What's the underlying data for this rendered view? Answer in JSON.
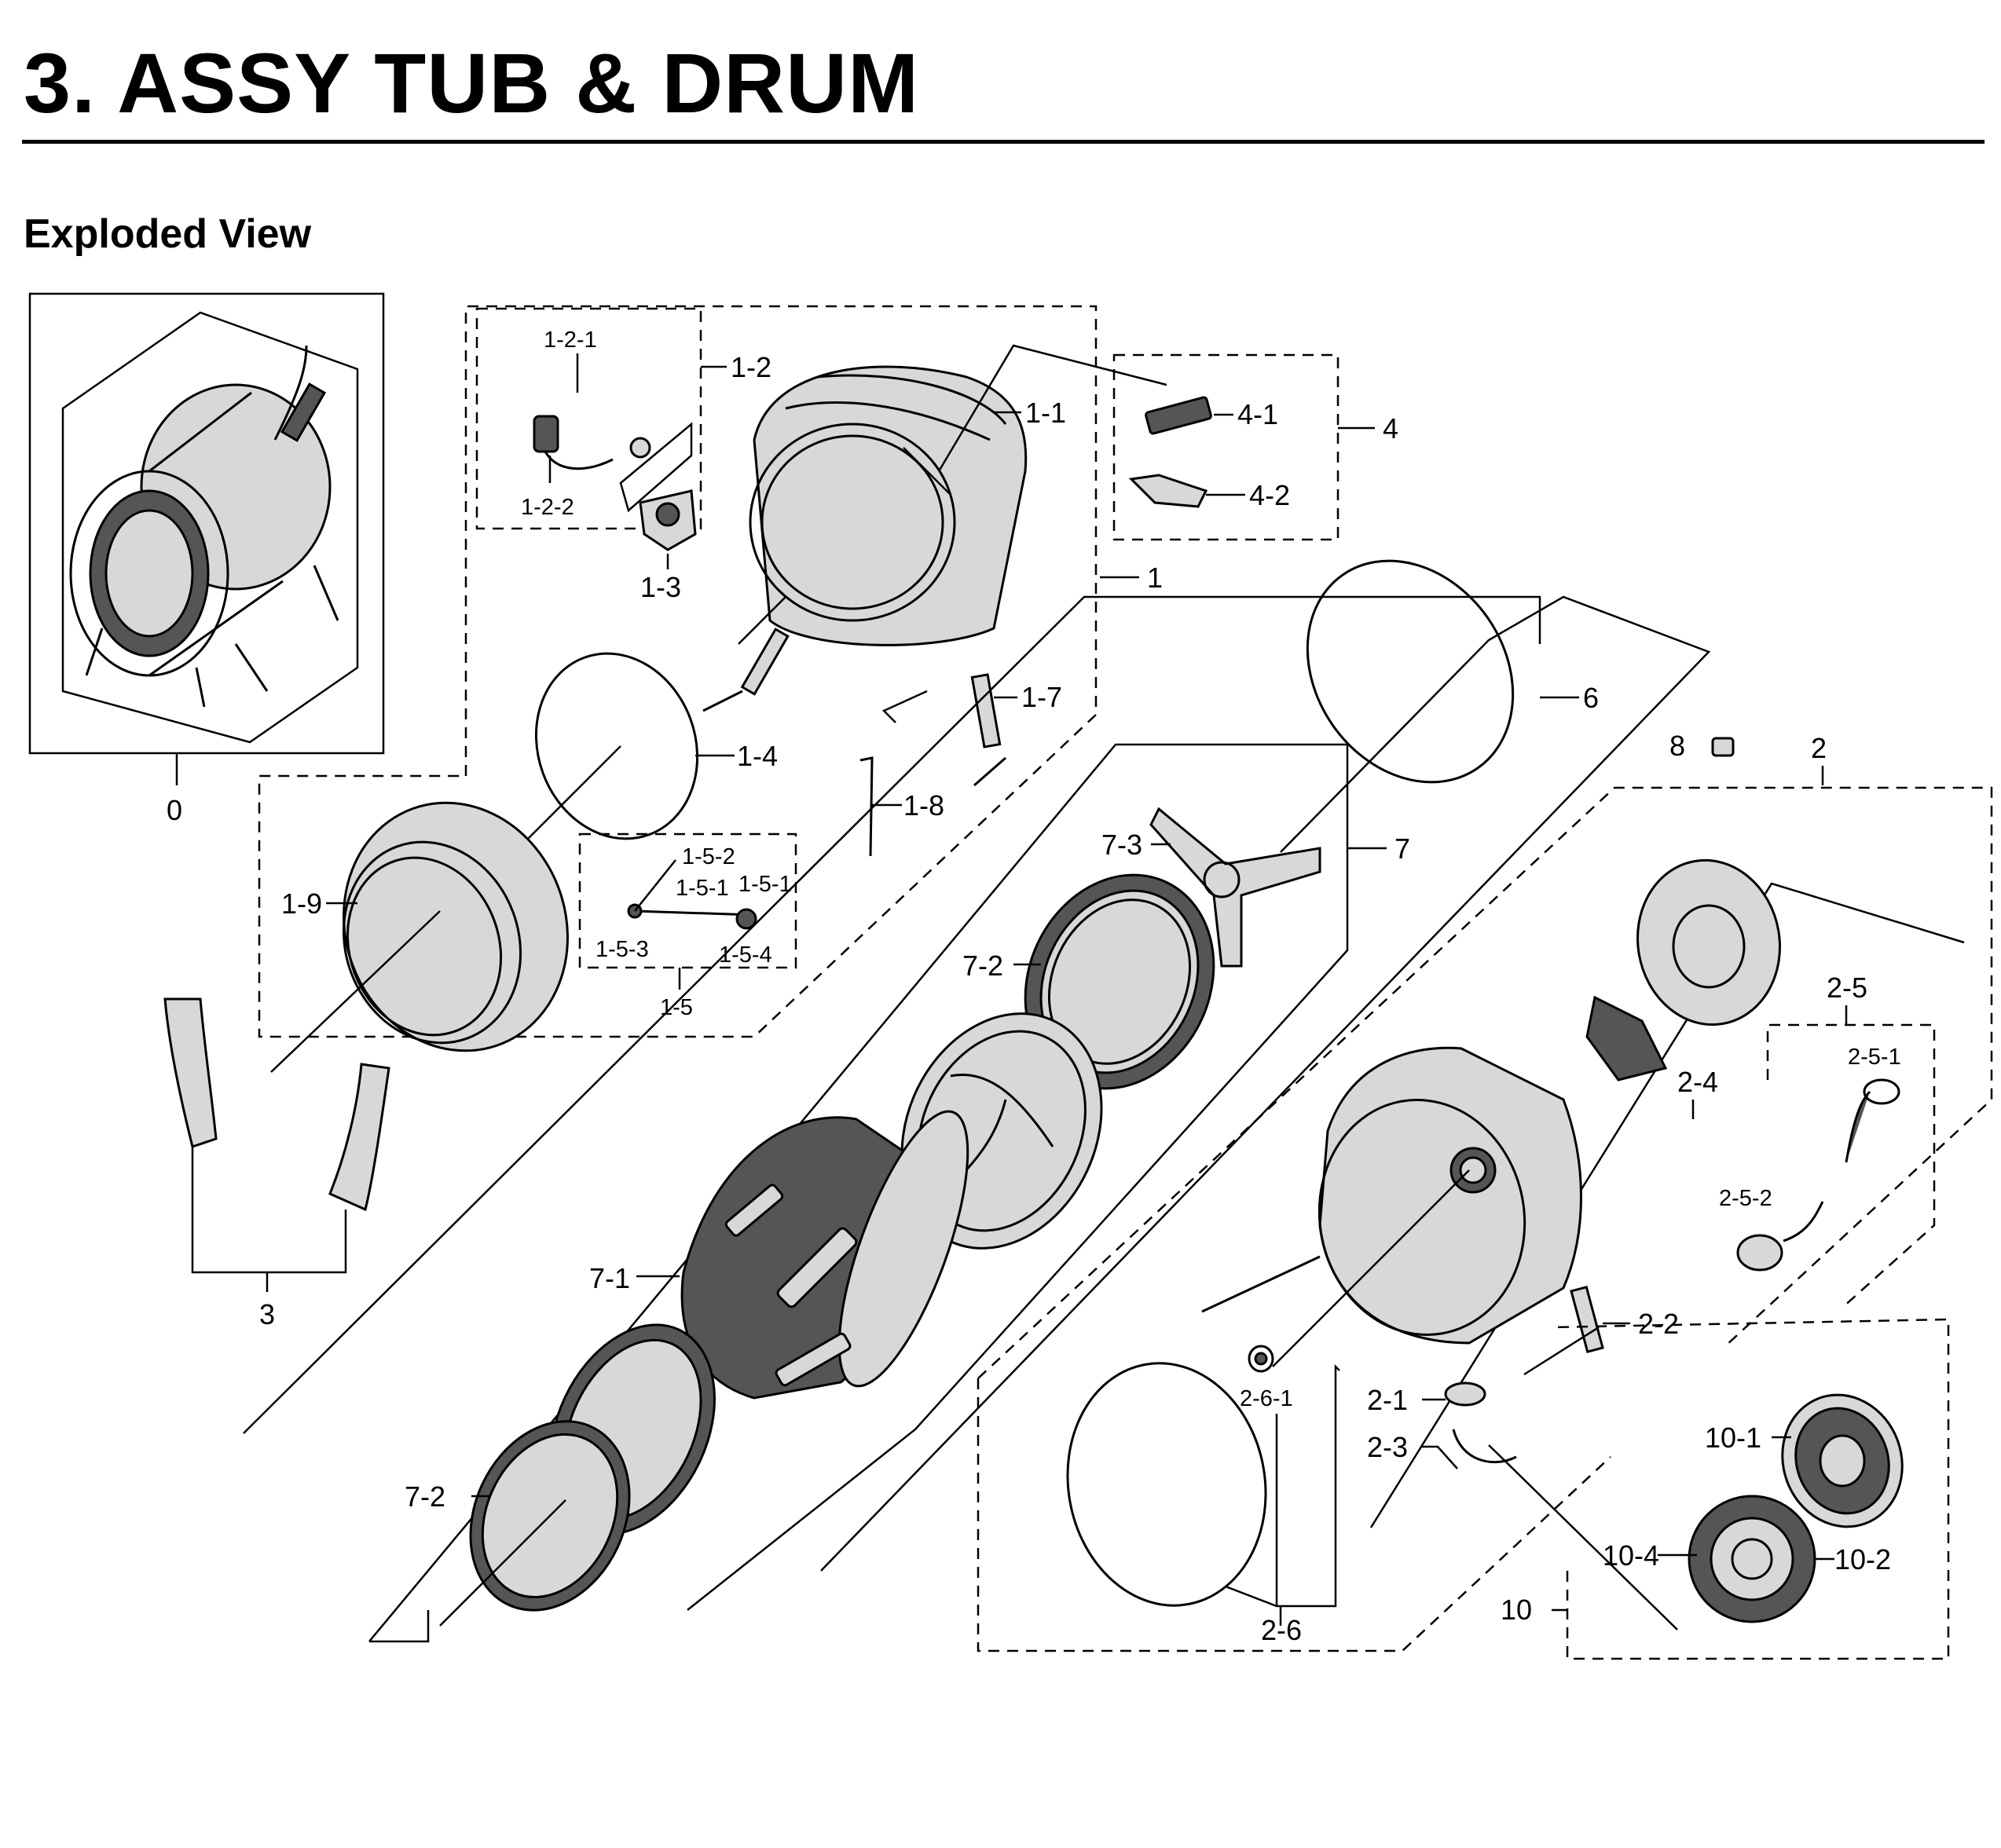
{
  "page": {
    "title": "3.  ASSY TUB & DRUM",
    "subtitle": "Exploded View"
  },
  "callouts": {
    "c0": "0",
    "c1": "1",
    "c1_1": "1-1",
    "c1_2": "1-2",
    "c1_2_1": "1-2-1",
    "c1_2_2": "1-2-2",
    "c1_3": "1-3",
    "c1_4": "1-4",
    "c1_5": "1-5",
    "c1_5_1a": "1-5-1",
    "c1_5_1b": "1-5-1",
    "c1_5_2": "1-5-2",
    "c1_5_3": "1-5-3",
    "c1_5_4": "1-5-4",
    "c1_7": "1-7",
    "c1_8": "1-8",
    "c1_9": "1-9",
    "c2": "2",
    "c2_1": "2-1",
    "c2_2": "2-2",
    "c2_3": "2-3",
    "c2_4": "2-4",
    "c2_5": "2-5",
    "c2_5_1": "2-5-1",
    "c2_5_2": "2-5-2",
    "c2_6": "2-6",
    "c2_6_1": "2-6-1",
    "c3": "3",
    "c4": "4",
    "c4_1": "4-1",
    "c4_2": "4-2",
    "c6": "6",
    "c7": "7",
    "c7_1": "7-1",
    "c7_2a": "7-2",
    "c7_2b": "7-2",
    "c7_3": "7-3",
    "c8": "8",
    "c10": "10",
    "c10_1": "10-1",
    "c10_2": "10-2",
    "c10_4": "10-4"
  }
}
